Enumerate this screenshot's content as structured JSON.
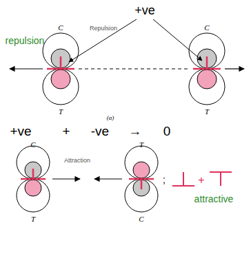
{
  "diagram": {
    "labels": [
      "+ve",
      "repulsion",
      "C",
      "Repulsion",
      "C",
      "T",
      "(a)",
      "T",
      "+ve",
      "+",
      "-ve",
      "→",
      "0",
      "C",
      "Attraction",
      "T",
      ";",
      "+",
      "T",
      "attractive",
      "C"
    ]
  }
}
